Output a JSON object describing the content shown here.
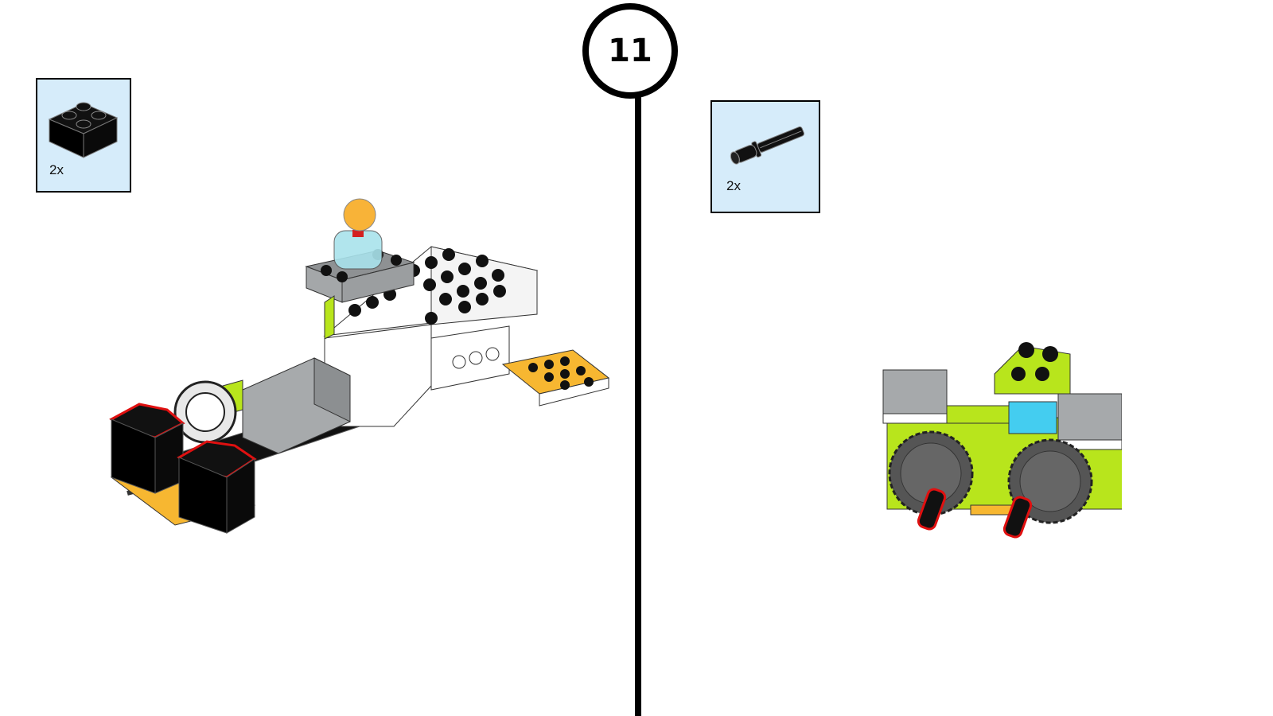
{
  "instruction_page": {
    "step": {
      "number": "11"
    },
    "left_panel": {
      "parts_callout": {
        "part": "2x2 black brick",
        "part_icon": "brick-2x2-icon",
        "quantity": "2x",
        "color": "#000000"
      },
      "assembly": {
        "description": "Motor base with smarthub, tilt sensor light and two black 2x2 bricks added (highlighted red)",
        "highlight_color": "#e01010"
      }
    },
    "right_panel": {
      "parts_callout": {
        "part": "black axle pin",
        "part_icon": "axle-pin-icon",
        "quantity": "2x",
        "color": "#000000"
      },
      "assembly": {
        "description": "Lime frame with two gears; two axle pins inserted (highlighted red)",
        "highlight_color": "#e01010"
      }
    },
    "colors": {
      "callout_bg": "#d6ecfa",
      "lime": "#b8e51c",
      "gray": "#9ea3a6",
      "orange": "#f7b731",
      "azure": "#44cdf0"
    }
  }
}
